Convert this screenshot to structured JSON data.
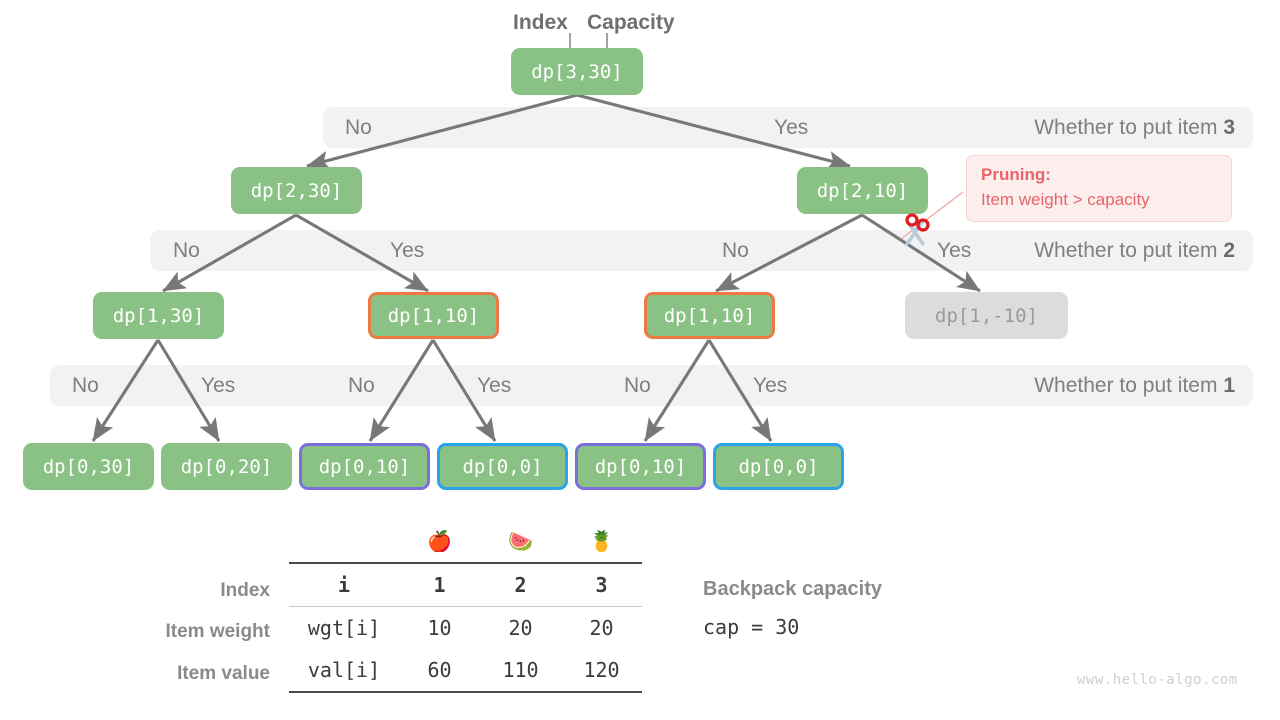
{
  "title_labels": {
    "index": "Index",
    "capacity": "Capacity"
  },
  "tree": {
    "levels": [
      {
        "question": "Whether to put item ",
        "item": "3",
        "no_label": "No",
        "yes_label": "Yes"
      },
      {
        "question": "Whether to put item ",
        "item": "2",
        "no_label": "No",
        "yes_label": "Yes"
      },
      {
        "question": "Whether to put item ",
        "item": "1",
        "no_label": "No",
        "yes_label": "Yes"
      }
    ],
    "nodes": {
      "root": "dp[3,30]",
      "l1_left": "dp[2,30]",
      "l1_right": "dp[2,10]",
      "l2_a": "dp[1,30]",
      "l2_b": "dp[1,10]",
      "l2_c": "dp[1,10]",
      "l2_d": "dp[1,-10]",
      "l3_a": "dp[0,30]",
      "l3_b": "dp[0,20]",
      "l3_c": "dp[0,10]",
      "l3_d": "dp[0,0]",
      "l3_e": "dp[0,10]",
      "l3_f": "dp[0,0]"
    }
  },
  "pruning": {
    "title": "Pruning",
    "colon": ":",
    "reason": "Item weight > capacity",
    "icon": "scissors-icon"
  },
  "table": {
    "emojis": [
      "🍎",
      "🍉",
      "🍍"
    ],
    "row_labels": [
      "Index",
      "Item weight",
      "Item value"
    ],
    "rows": [
      {
        "key": "i",
        "values": [
          "1",
          "2",
          "3"
        ]
      },
      {
        "key": "wgt[i]",
        "values": [
          "10",
          "20",
          "20"
        ]
      },
      {
        "key": "val[i]",
        "values": [
          "60",
          "110",
          "120"
        ]
      }
    ]
  },
  "capacity_note": {
    "title": "Backpack capacity",
    "value": "cap = 30"
  },
  "watermark": "www.hello-algo.com",
  "colors": {
    "node_green": "#8ac185",
    "node_gray": "#dcdcdc",
    "border_orange": "#ec7a45",
    "border_purple": "#7b6fdc",
    "border_blue": "#2aa3e8",
    "bar_gray": "#f2f2f2",
    "arrow_gray": "#787878",
    "pruning_red": "#e8646a",
    "pruning_bg": "#fdeeee"
  }
}
